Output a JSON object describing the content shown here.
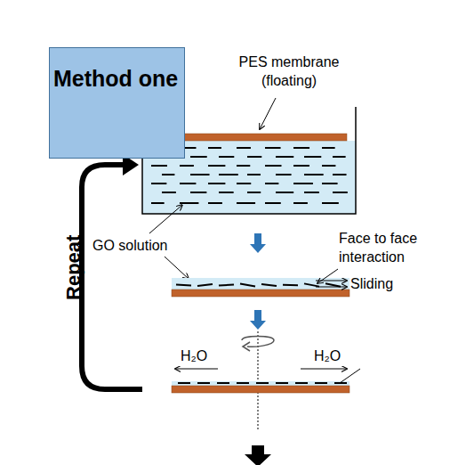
{
  "diagram": {
    "nodes": [
      {
        "text": [
          "Method one"
        ]
      }
    ],
    "labels": [
      "PES membrane (floating)",
      "GO solution",
      "Face to face interaction",
      "Sliding",
      "H₂O",
      "H₂O",
      "Repeat"
    ]
  }
}
